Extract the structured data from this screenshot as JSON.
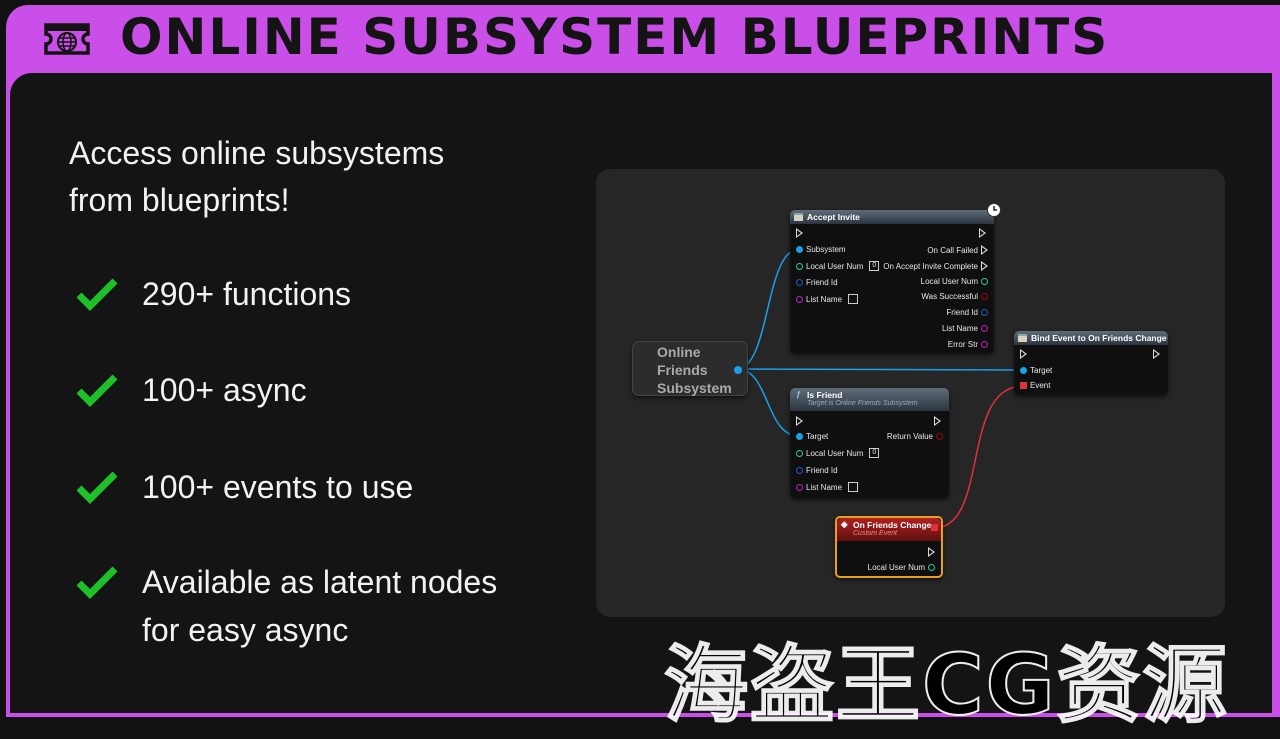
{
  "header": {
    "title": "ONLINE SUBSYSTEM BLUEPRINTS",
    "logo_icon": "globe-ticket-icon"
  },
  "headline": [
    "Access online subsystems",
    "from blueprints!"
  ],
  "features": [
    [
      "290+ functions"
    ],
    [
      "100+ async"
    ],
    [
      "100+ events to use"
    ],
    [
      "Available as latent nodes",
      "for easy async"
    ]
  ],
  "colors": {
    "accent": "#c94fe8",
    "check": "#1fc12a",
    "object_pin": "#18a0e8",
    "int_pin": "#2fc99c",
    "struct_pin": "#1e5fc0",
    "name_pin": "#c020c0",
    "bool_pin": "#a00010",
    "delegate_pin": "#e03040"
  },
  "graph": {
    "source_node": {
      "label": [
        "Online",
        "Friends",
        "Subsystem"
      ]
    },
    "accept_invite": {
      "title": "Accept Invite",
      "inputs": [
        "Subsystem",
        "Local User Num",
        "Friend Id",
        "List Name"
      ],
      "local_user_default": "0",
      "outputs": [
        "On Call Failed",
        "On Accept Invite Complete",
        "Local User Num",
        "Was Successful",
        "Friend Id",
        "List Name",
        "Error Str"
      ]
    },
    "bind_event": {
      "title": "Bind Event to On Friends Change",
      "inputs": [
        "Target",
        "Event"
      ]
    },
    "is_friend": {
      "title": "Is Friend",
      "subtitle": "Target is Online Friends Subsystem",
      "inputs": [
        "Target",
        "Local User Num",
        "Friend Id",
        "List Name"
      ],
      "local_user_default": "0",
      "output": "Return Value"
    },
    "custom_event": {
      "title": "On Friends Change",
      "subtitle": "Custom Event",
      "output": "Local User Num"
    }
  },
  "watermark": "海盗王CG资源"
}
